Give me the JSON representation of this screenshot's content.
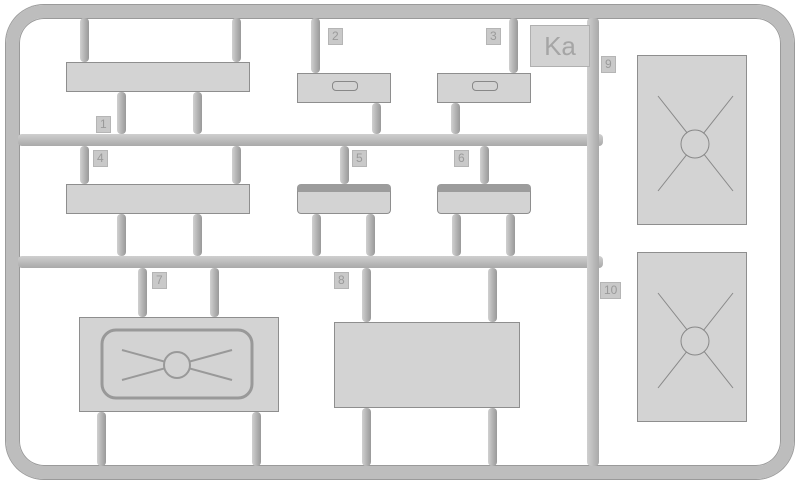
{
  "sprue": {
    "logo": "Ka",
    "labels": [
      "1",
      "2",
      "3",
      "4",
      "5",
      "6",
      "7",
      "8",
      "9",
      "10"
    ]
  },
  "colors": {
    "plastic": "#c8c8c8",
    "outline": "#8e8e8e"
  }
}
